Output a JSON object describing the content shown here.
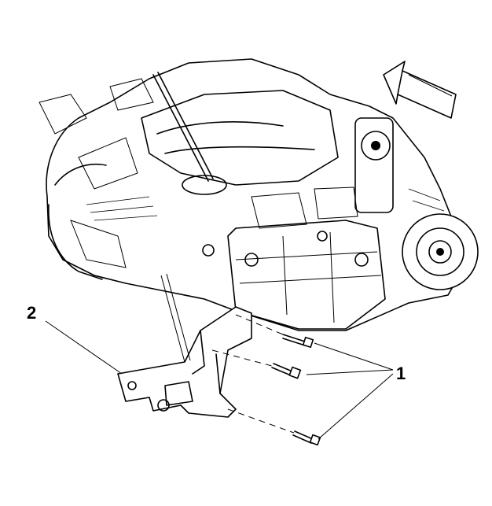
{
  "callouts": [
    {
      "id": "callout-1",
      "label": "1"
    },
    {
      "id": "callout-2",
      "label": "2"
    }
  ],
  "colors": {
    "ink": "#000000",
    "paper": "#ffffff"
  },
  "icons": {
    "direction": "front-arrow-icon"
  }
}
